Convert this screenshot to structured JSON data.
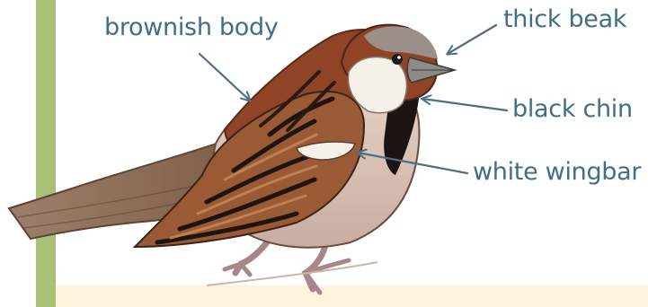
{
  "labels": {
    "brownish_body": "brownish body",
    "thick_beak": "thick beak",
    "black_chin": "black chin",
    "white_wingbar": "white wingbar"
  },
  "colors": {
    "label_text": "#3f6e86",
    "pointer_line": "#4b6f83",
    "post_stripe": "#a9c078",
    "perch_panel": "#fdf3dc",
    "back_brown": "#8f4427",
    "wing_brown": "#9a5a35",
    "breast_buff": "#d9c2b2",
    "chin_black": "#1c1411",
    "cheek_white": "#f6f1e8",
    "cap_grey": "#9a9089",
    "beak_grey": "#8e8b86"
  },
  "icons": {
    "subject": "house-sparrow-illustration",
    "pointers": "pointer-arrow"
  }
}
